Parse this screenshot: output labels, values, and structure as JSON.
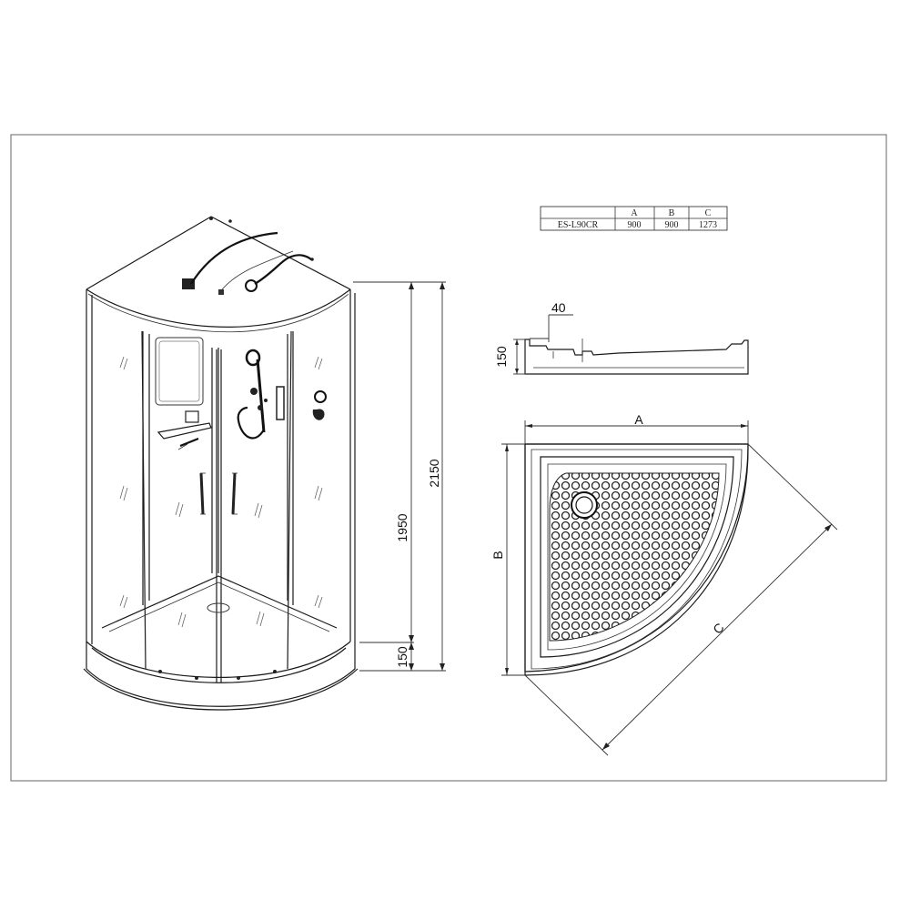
{
  "spec_table": {
    "headers": [
      "",
      "A",
      "B",
      "C"
    ],
    "row": [
      "ES-L90CR",
      "900",
      "900",
      "1273"
    ]
  },
  "cabin_dimensions": {
    "total_height": "2150",
    "cabin_height": "1950",
    "tray_height": "150"
  },
  "tray_profile": {
    "rim_width": "40",
    "height": "150"
  },
  "tray_plan": {
    "side_a": "A",
    "side_b": "B",
    "diagonal_c": "C"
  }
}
